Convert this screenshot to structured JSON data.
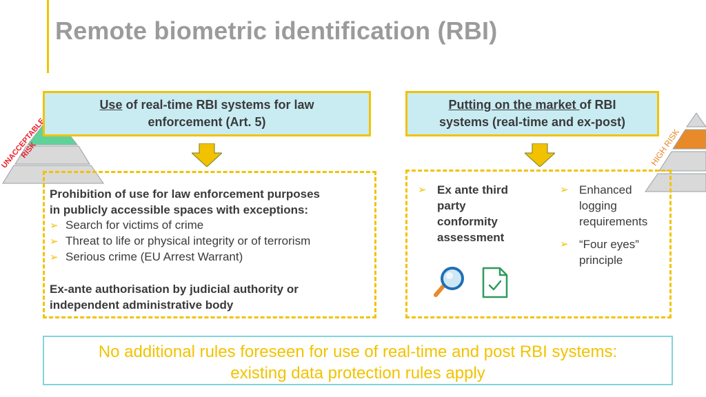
{
  "title": "Remote biometric identification (RBI)",
  "left": {
    "header_underlined": "Use",
    "header_rest_line1": " of real-time RBI systems for law",
    "header_line2": "enforcement (Art. 5)",
    "intro_line1": "Prohibition of use for law enforcement purposes",
    "intro_line2": "in publicly accessible spaces with exceptions:",
    "bullets": [
      "Search for victims of crime",
      "Threat to life or physical integrity or of terrorism",
      "Serious crime (EU Arrest Warrant)"
    ],
    "footer_line1": "Ex-ante authorisation by judicial authority or",
    "footer_line2": "independent administrative body",
    "risk_label_line1": "UNACCEPTABLE",
    "risk_label_line2": "RISK"
  },
  "right": {
    "header_underlined": "Putting on the market ",
    "header_rest_line1": "of RBI",
    "header_line2": "systems (real-time and ex-post)",
    "col1": [
      "Ex ante third",
      "party",
      "conformity",
      "assessment"
    ],
    "col2_item1": [
      "Enhanced",
      "logging",
      "requirements"
    ],
    "col2_item2": [
      "“Four eyes”",
      "principle"
    ],
    "risk_label": "HIGH RISK"
  },
  "footer": {
    "line1": "No additional rules foreseen for use of real-time and post RBI systems:",
    "line2": "existing data protection rules apply"
  },
  "colors": {
    "accent_yellow": "#f2c200",
    "header_fill": "#c9ecf3",
    "title_gray": "#9b9b9b",
    "risk_red": "#e8202a",
    "risk_orange": "#e8892a",
    "pyramid_green": "#5fd29a",
    "pyramid_gray": "#d9d9d9",
    "footer_border": "#7fd3de"
  },
  "icons": [
    "magnifier-icon",
    "document-check-icon",
    "chevron-bullet-icon",
    "down-arrow-icon",
    "risk-pyramid-icon"
  ]
}
